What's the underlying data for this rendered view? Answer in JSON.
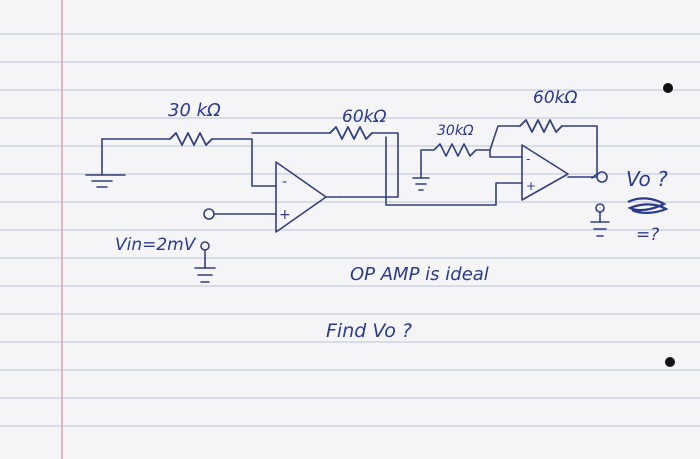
{
  "labels": {
    "r1": "30 kΩ",
    "r2": "60kΩ",
    "r3": "30kΩ",
    "r4": "60kΩ",
    "vin": "Vin=2mV",
    "vo_question": "Vo ?",
    "equals_q": "=?",
    "ideal_note": "OP AMP is ideal",
    "find": "Find Vo ?"
  },
  "opamp_signs": {
    "inverting": "-",
    "non_inverting": "+"
  },
  "colors": {
    "paper": "#f5f5f7",
    "rule_line": "#b9c3d8",
    "margin_line": "#e39aa8",
    "ink": "#2b3a8c",
    "hole": "#111111"
  }
}
